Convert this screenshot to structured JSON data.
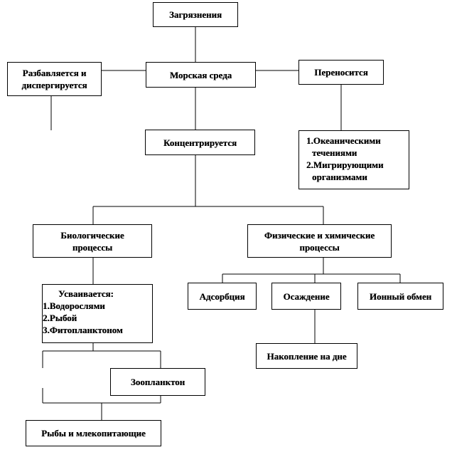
{
  "diagram": {
    "pollution": "Загрязнения",
    "marine_env": "Морская среда",
    "dilutes": [
      "Разбавляется и",
      "диспергируется"
    ],
    "transported": "Переносится",
    "transport_list": [
      "1.Океаническими",
      "течениями",
      "2.Мигрирующими",
      "организмами"
    ],
    "concentrates": "Концентрируется",
    "bio": [
      "Биологические",
      "процессы"
    ],
    "phys_chem": [
      "Физические и химические",
      "процессы"
    ],
    "assimilated": "Усваивается:",
    "assim_list": [
      "1.Водорослями",
      "2.Рыбой",
      "3.Фитопланктоном"
    ],
    "adsorption": "Адсорбция",
    "precipitation": "Осаждение",
    "ion_exchange": "Ионный обмен",
    "bottom": "Накопление на дне",
    "zooplankton": "Зоопланктон",
    "fish": "Рыбы и млекопитающие"
  }
}
